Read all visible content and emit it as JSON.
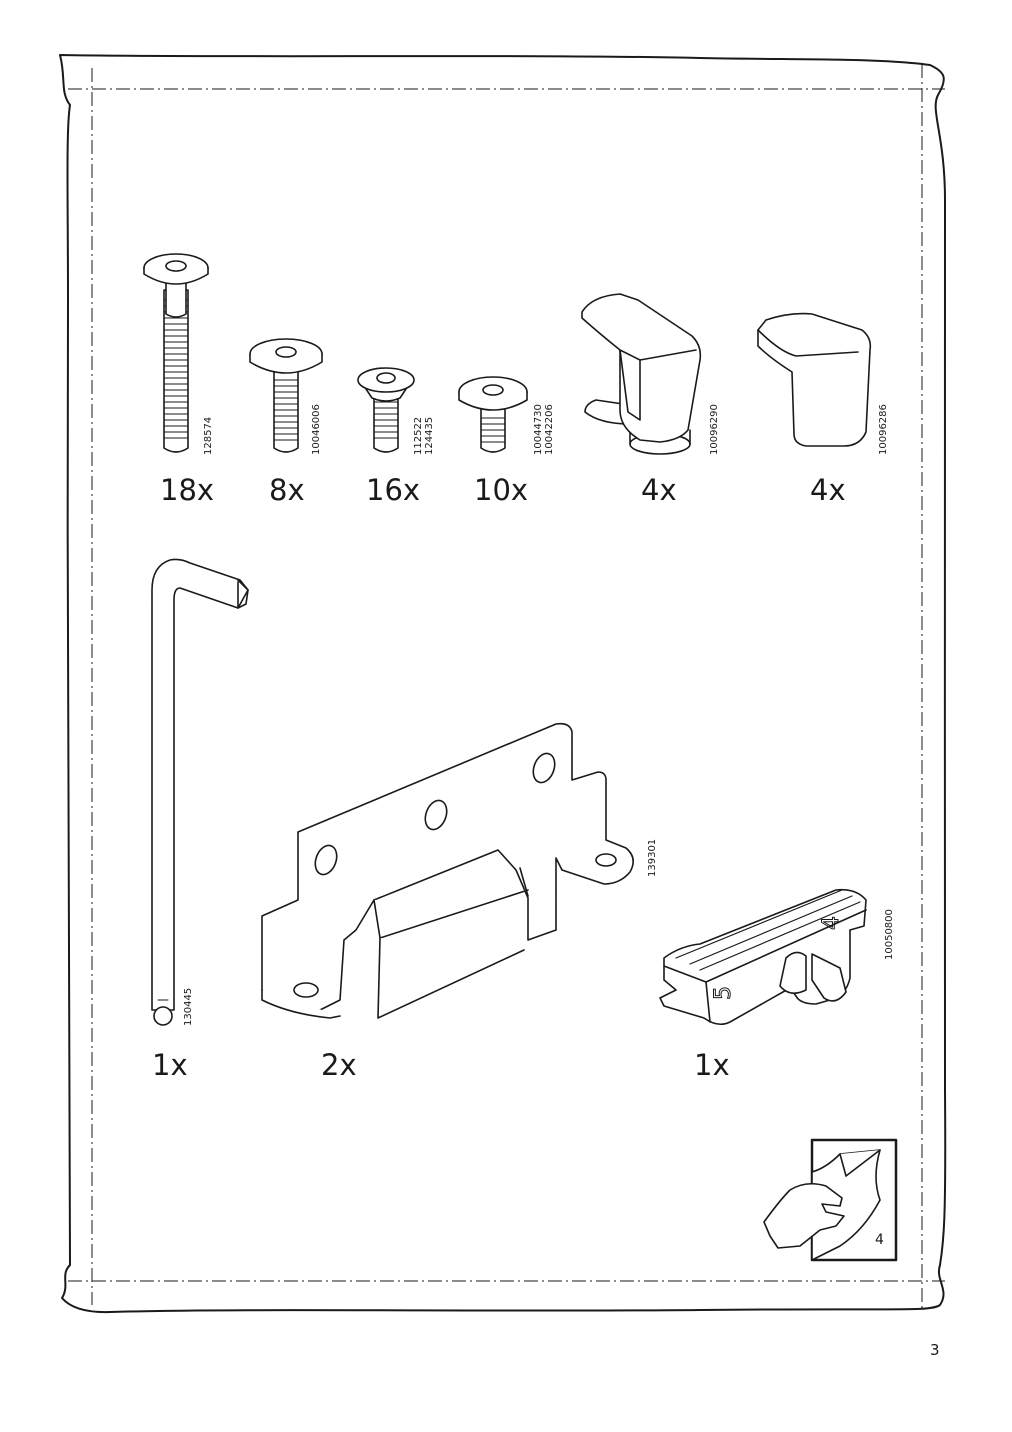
{
  "parts": [
    {
      "id": "bolt-long",
      "part_numbers": [
        "128574"
      ],
      "quantity": "18x"
    },
    {
      "id": "bolt-medium",
      "part_numbers": [
        "10046006"
      ],
      "quantity": "8x"
    },
    {
      "id": "screw-countersunk",
      "part_numbers": [
        "112522",
        "124435"
      ],
      "quantity": "16x"
    },
    {
      "id": "bolt-short",
      "part_numbers": [
        "10044730",
        "10042206"
      ],
      "quantity": "10x"
    },
    {
      "id": "clamp-bracket",
      "part_numbers": [
        "10096290"
      ],
      "quantity": "4x"
    },
    {
      "id": "cap",
      "part_numbers": [
        "10096286"
      ],
      "quantity": "4x"
    },
    {
      "id": "allen-key",
      "part_numbers": [
        "130445"
      ],
      "quantity": "1x"
    },
    {
      "id": "mounting-plate",
      "part_numbers": [
        "139301"
      ],
      "quantity": "2x"
    },
    {
      "id": "connector",
      "part_numbers": [
        "10050800"
      ],
      "quantity": "1x"
    }
  ],
  "turn_page_number": "4",
  "page_number": "3"
}
